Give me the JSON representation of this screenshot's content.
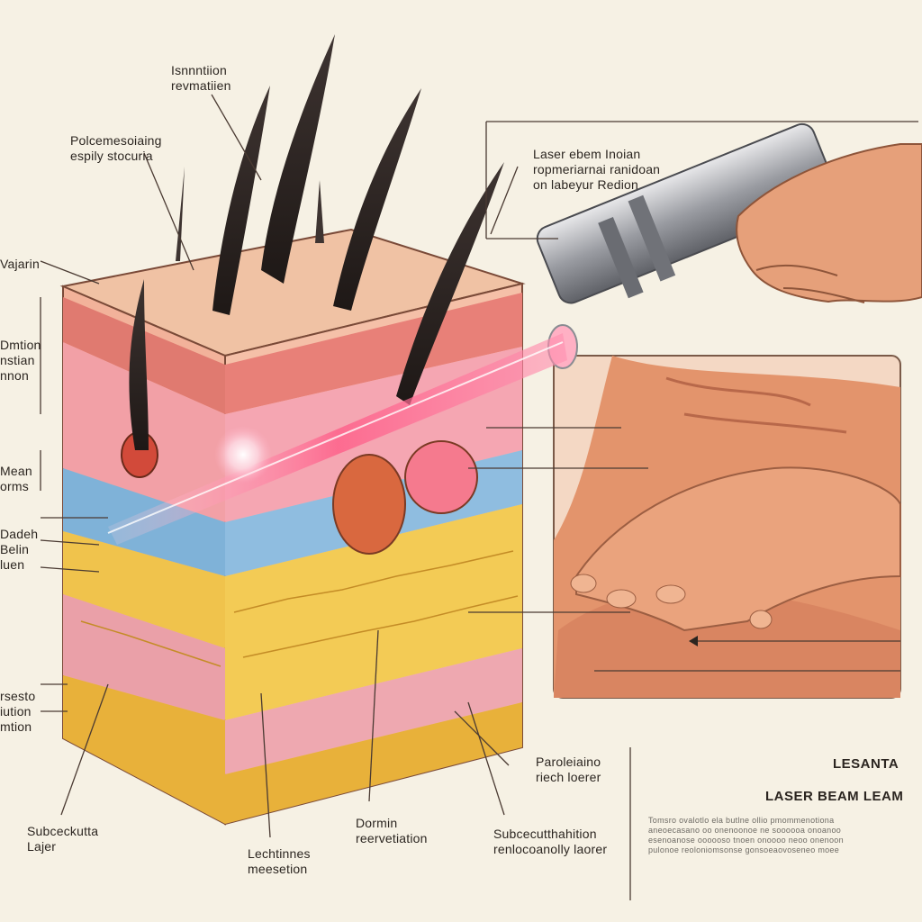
{
  "labels": {
    "top_center": "Isnnntiion\nrevmatiien",
    "top_left": "Polcemesoiaing\nespily stocuria",
    "left_1": "Vajarin",
    "left_2": "Dmtion\nnstian\nnnon",
    "left_3": "Mean\norms",
    "left_4": "Dadeh\nBelin\nluen",
    "left_5": "rsesto\niution\nmtion",
    "laser_top": "Laser ebem Inoian\nropmeriarnai ranidoan\non  labeyur Redion",
    "bottom_1": "Subceckutta\nLajer",
    "bottom_2": "Lechtinnes\nmeesetion",
    "bottom_3": "Dormin\nreervetiation",
    "bottom_4": "Subcecutthahition\nrenlocoanolly laorer",
    "bottom_5": "Paroleiaino\nriech loerer"
  },
  "legend": {
    "title": "LESANTA",
    "subtitle": "LASER BEAM LEAM",
    "lines": [
      "Tomsro ovalotlo ela butlne ollio pmommenotiona",
      "aneoecasano oo onenoonoe ne soooooa onoanoo",
      "esenoanose oooooso tnoen onoooo neoo onenoon",
      "pulonoe reoloniomsonse gonsoeaovoseneo moee"
    ]
  },
  "colors": {
    "background": "#f6f1e4",
    "laser": "#ff5a86",
    "fat": "#f0c34c",
    "dermis": "#f2a0a6",
    "epidermis": "#f0c2a4",
    "skin_tone": "#e0906a",
    "vein_blue": "#7fb2d8"
  },
  "icons": [
    "hair-strand-icon",
    "laser-device-icon",
    "hand-icon"
  ]
}
